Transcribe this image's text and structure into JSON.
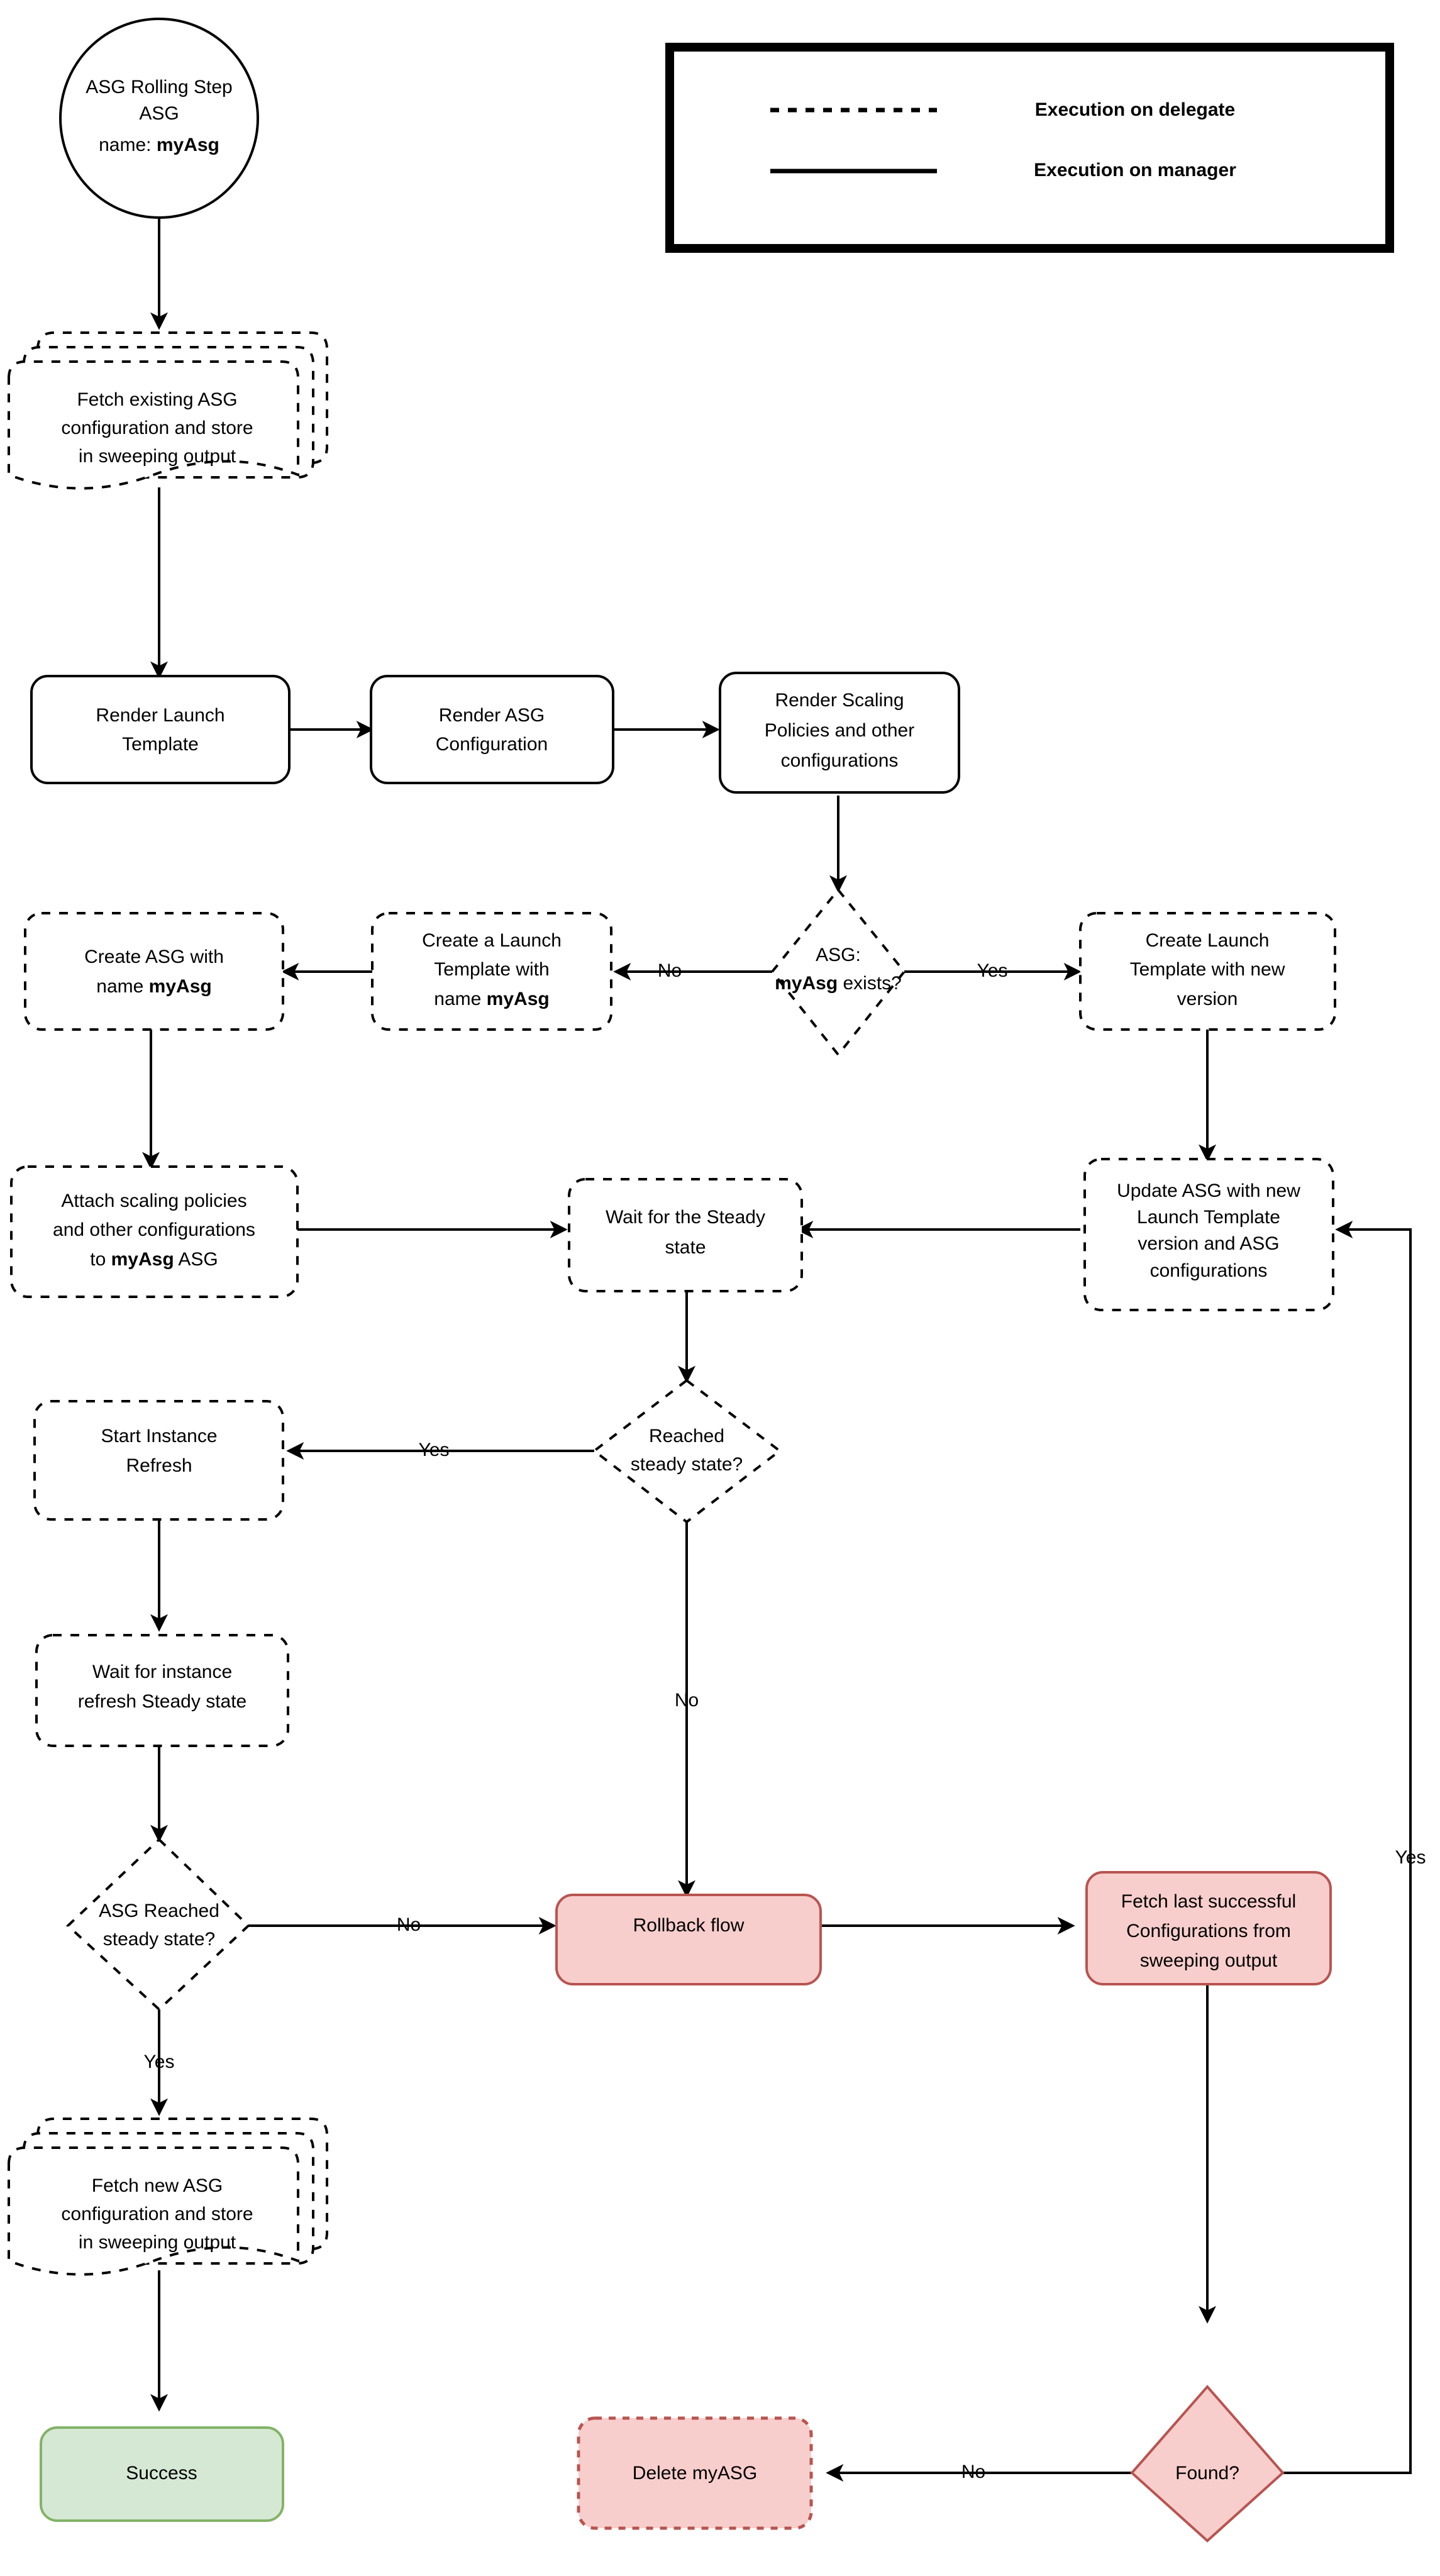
{
  "diagram": {
    "title": "ASG Rolling Step flow",
    "colors": {
      "red_fill": "#f8cecc",
      "red_stroke": "#b85450",
      "green_fill": "#d5e8d4",
      "green_stroke": "#82b366",
      "line": "#000000",
      "background": "#ffffff"
    }
  },
  "legend": {
    "items": [
      {
        "style": "dashed",
        "label": "Execution on delegate"
      },
      {
        "style": "solid",
        "label": "Execution on manager"
      }
    ]
  },
  "nodes": {
    "start": {
      "shape": "ellipse",
      "line1": "ASG Rolling Step",
      "line2": "ASG",
      "line3_prefix": "name: ",
      "line3_bold": "myAsg"
    },
    "fetch_existing": {
      "shape": "multi-document",
      "line1": "Fetch existing ASG",
      "line2": "configuration and store",
      "line3": "in sweeping output"
    },
    "render_launch_template": {
      "shape": "rounded-rect",
      "line1": "Render Launch",
      "line2": "Template"
    },
    "render_asg_config": {
      "shape": "rounded-rect",
      "line1": "Render ASG",
      "line2": "Configuration"
    },
    "render_scaling": {
      "shape": "rounded-rect",
      "line1": "Render Scaling",
      "line2": "Policies and other",
      "line3": "configurations"
    },
    "asg_exists": {
      "shape": "diamond",
      "line1": "ASG:",
      "line2_bold": "myAsg",
      "line2_rest": " exists?"
    },
    "create_launch_template_name": {
      "shape": "rounded-rect",
      "line1": "Create a Launch",
      "line2": "Template with",
      "line3_prefix": "name ",
      "line3_bold": "myAsg"
    },
    "create_asg_with_name": {
      "shape": "rounded-rect",
      "line1": "Create ASG with",
      "line2_prefix": "name ",
      "line2_bold": "myAsg"
    },
    "create_launch_template_version": {
      "shape": "rounded-rect",
      "line1": "Create Launch",
      "line2": "Template with new",
      "line3": "version"
    },
    "attach_scaling": {
      "shape": "rounded-rect",
      "line1": "Attach scaling policies",
      "line2": "and other configurations",
      "line3_prefix": "to ",
      "line3_bold": "myAsg",
      "line3_suffix": " ASG"
    },
    "wait_steady": {
      "shape": "rounded-rect",
      "line1": "Wait for the Steady",
      "line2": "state"
    },
    "update_asg": {
      "shape": "rounded-rect",
      "line1": "Update ASG with new",
      "line2": "Launch Template",
      "line3": "version and ASG",
      "line4": "configurations"
    },
    "reached_steady": {
      "shape": "diamond",
      "line1": "Reached",
      "line2": "steady state?"
    },
    "start_instance_refresh": {
      "shape": "rounded-rect",
      "line1": "Start Instance",
      "line2": "Refresh"
    },
    "wait_instance_refresh": {
      "shape": "rounded-rect",
      "line1": "Wait for instance",
      "line2": "refresh Steady state"
    },
    "asg_reached_steady": {
      "shape": "diamond",
      "line1": "ASG Reached",
      "line2": "steady state?"
    },
    "rollback_flow": {
      "shape": "rounded-rect",
      "line1": "Rollback flow"
    },
    "fetch_last_successful": {
      "shape": "rounded-rect",
      "line1": "Fetch last successful",
      "line2": "Configurations from",
      "line3": "sweeping output"
    },
    "fetch_new_asg": {
      "shape": "multi-document",
      "line1": "Fetch new ASG",
      "line2": "configuration and store",
      "line3": "in sweeping output"
    },
    "success": {
      "shape": "rounded-rect",
      "line1": "Success"
    },
    "delete_myasg": {
      "shape": "rounded-rect",
      "line1": "Delete myASG"
    },
    "found": {
      "shape": "diamond",
      "line1": "Found?"
    }
  },
  "edge_labels": {
    "asg_exists_no": "No",
    "asg_exists_yes": "Yes",
    "reached_steady_yes": "Yes",
    "reached_steady_no": "No",
    "asg_reached_no": "No",
    "asg_reached_yes": "Yes",
    "found_no": "No",
    "found_yes": "Yes"
  }
}
